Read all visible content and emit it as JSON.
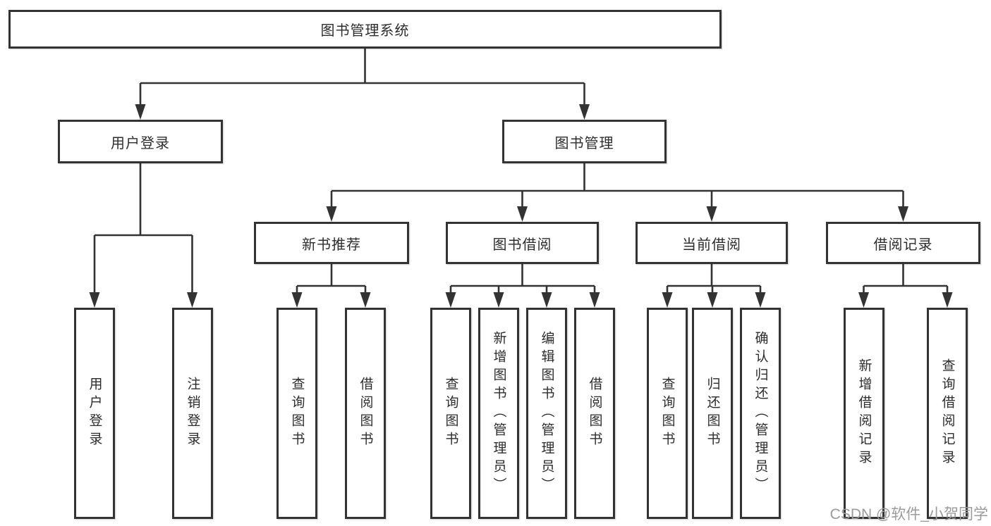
{
  "colors": {
    "line": "#333333",
    "box_border": "#333333",
    "box_background": "#ffffff",
    "text": "#2d2d2d",
    "watermark": "#9b9b9b",
    "page_background": "#ffffff"
  },
  "watermark": {
    "text": "CSDN @软件_小贺同学"
  },
  "tree": {
    "root": {
      "label": "图书管理系统"
    },
    "user_login": {
      "label": "用户登录",
      "children": [
        {
          "label": "用户登录"
        },
        {
          "label": "注销登录"
        }
      ]
    },
    "book_management": {
      "label": "图书管理",
      "sections": [
        {
          "label": "新书推荐",
          "children": [
            {
              "label": "查询图书"
            },
            {
              "label": "借阅图书"
            }
          ]
        },
        {
          "label": "图书借阅",
          "children": [
            {
              "label": "查询图书"
            },
            {
              "label": "新增图书（管理员）"
            },
            {
              "label": "编辑图书（管理员）"
            },
            {
              "label": "借阅图书"
            }
          ]
        },
        {
          "label": "当前借阅",
          "children": [
            {
              "label": "查询图书"
            },
            {
              "label": "归还图书"
            },
            {
              "label": "确认归还（管理员）"
            }
          ]
        },
        {
          "label": "借阅记录",
          "children": [
            {
              "label": "新增借阅记录"
            },
            {
              "label": "查询借阅记录"
            }
          ]
        }
      ]
    }
  }
}
